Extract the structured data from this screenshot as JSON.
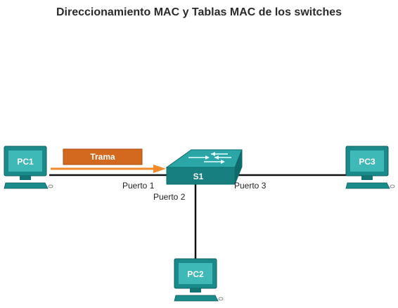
{
  "title": "Direccionamiento MAC y Tablas MAC de los switches",
  "frame": {
    "label": "Trama"
  },
  "switch": {
    "label": "S1"
  },
  "pcs": {
    "pc1": "PC1",
    "pc2": "PC2",
    "pc3": "PC3"
  },
  "ports": {
    "port1": "Puerto 1",
    "port2": "Puerto 2",
    "port3": "Puerto 3"
  },
  "colors": {
    "pc_body": "#1a8a8a",
    "pc_screen": "#3fb8b8",
    "switch_top": "#2aa6a6",
    "switch_front": "#167c7c",
    "frame": "#d2691e",
    "arrow": "#f08a2c",
    "link": "#111111"
  }
}
